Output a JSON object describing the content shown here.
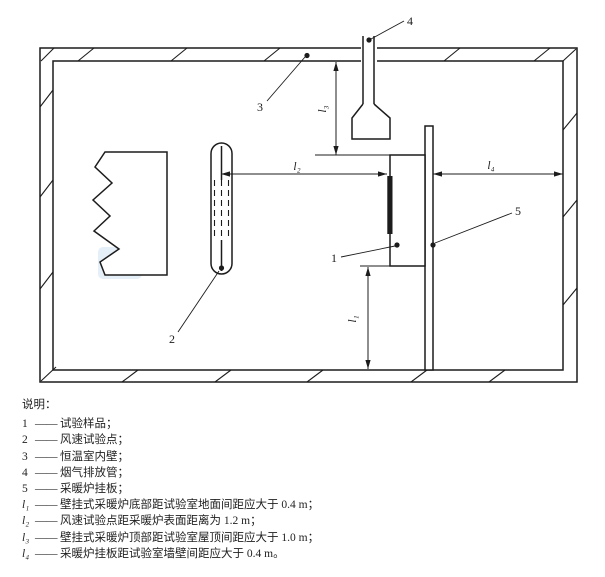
{
  "colors": {
    "ink": "#1c1c1c",
    "watermark": "#cfe2f0"
  },
  "figure": {
    "callouts": {
      "sample": "1",
      "wind_point": "2",
      "inner_wall": "3",
      "flue_pipe": "4",
      "mounting_board": "5"
    },
    "dims": {
      "l1": "l₁",
      "l2": "l₂",
      "l3": "l₃",
      "l4": "l₄"
    }
  },
  "legend": {
    "title": "说明：",
    "dash": "——",
    "items": [
      {
        "sym": "1",
        "text": "试验样品；"
      },
      {
        "sym": "2",
        "text": "风速试验点；"
      },
      {
        "sym": "3",
        "text": "恒温室内壁；"
      },
      {
        "sym": "4",
        "text": "烟气排放管；"
      },
      {
        "sym": "5",
        "text": "采暖炉挂板；"
      },
      {
        "sym": "l₁",
        "text": "壁挂式采暖炉底部距试验室地面间距应大于 0.4 m；"
      },
      {
        "sym": "l₂",
        "text": "风速试验点距采暖炉表面距离为 1.2 m；"
      },
      {
        "sym": "l₃",
        "text": "壁挂式采暖炉顶部距试验室屋顶间距应大于 1.0 m；"
      },
      {
        "sym": "l₄",
        "text": "采暖炉挂板距试验室墙壁间距应大于 0.4 m。"
      }
    ]
  }
}
